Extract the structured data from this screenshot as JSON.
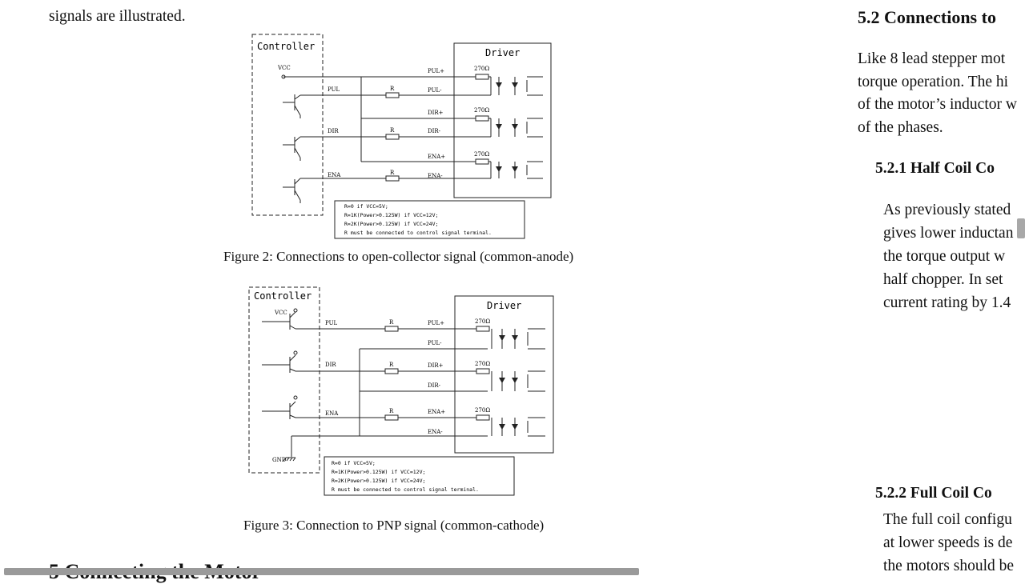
{
  "left_column": {
    "top_line": "signals are illustrated.",
    "figure2": {
      "caption": "Figure 2: Connections to open-collector signal (common-anode)",
      "controller_label": "Controller",
      "driver_label": "Driver",
      "vcc": "VCC",
      "signals": [
        "PUL",
        "DIR",
        "ENA"
      ],
      "driver_pins": [
        "PUL+",
        "PUL-",
        "DIR+",
        "DIR-",
        "ENA+",
        "ENA-"
      ],
      "resistor_r": "R",
      "resistor_value": "270Ω",
      "notes": [
        "R=0 if VCC=5V;",
        "R=1K(Power>0.125W) if VCC=12V;",
        "R=2K(Power>0.125W) if VCC=24V;",
        "R must be connected to control signal terminal."
      ]
    },
    "figure3": {
      "caption": "Figure 3: Connection to PNP signal (common-cathode)",
      "controller_label": "Controller",
      "driver_label": "Driver",
      "vcc": "VCC",
      "gnd": "GND",
      "signals": [
        "PUL",
        "DIR",
        "ENA"
      ],
      "driver_pins": [
        "PUL+",
        "PUL-",
        "DIR+",
        "DIR-",
        "ENA+",
        "ENA-"
      ],
      "resistor_r": "R",
      "resistor_value": "270Ω",
      "notes": [
        "R=0 if VCC=5V;",
        "R=1K(Power>0.125W) if VCC=12V;",
        "R=2K(Power>0.125W) if VCC=24V;",
        "R must be connected to control signal terminal."
      ]
    },
    "bottom_heading": "5    Connecting the Motor"
  },
  "right_column": {
    "section_heading": "5.2   Connections to",
    "intro_lines": [
      "Like 8 lead stepper mot",
      "torque operation. The hi",
      "of the motor’s inductor w",
      "of the phases."
    ],
    "sub1_heading": "5.2.1      Half Coil Co",
    "sub1_lines": [
      "As previously stated",
      "gives lower inductan",
      "the torque output w",
      "half chopper. In set",
      "current rating by 1.4"
    ],
    "sub2_heading": "5.2.2      Full Coil Co",
    "sub2_lines": [
      "The full coil configu",
      "at lower speeds is de",
      "the motors should be"
    ]
  }
}
